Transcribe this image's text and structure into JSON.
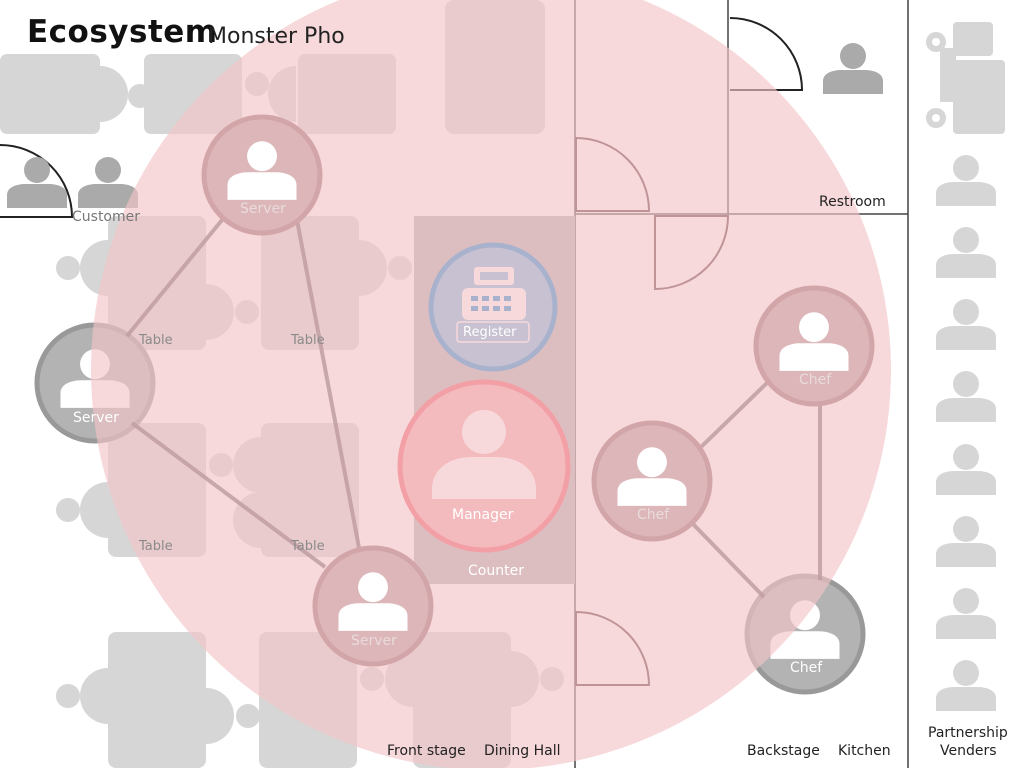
{
  "header": {
    "title": "Ecosystem",
    "subtitle": "Monster Pho"
  },
  "labels": {
    "customer": "Customer",
    "restroom": "Restroom",
    "counter": "Counter",
    "front_stage": "Front stage",
    "dining_hall": "Dining Hall",
    "backstage": "Backstage",
    "kitchen": "Kitchen",
    "partnership": "Partnership",
    "venders": "Venders"
  },
  "roles": {
    "server": "Server",
    "chef": "Chef",
    "manager": "Manager",
    "register": "Register",
    "table": "Table"
  },
  "colors": {
    "manager": "#f05a68",
    "manager_fill": "#f3a9ae",
    "register": "#1e8fd8",
    "register_fill": "#72b9e6",
    "counter": "#b3b3b3",
    "focus_circle": "#f5c4c7",
    "furniture": "#d6d6d6",
    "person": "#aaaaaa",
    "door": "#5b3b3d"
  }
}
